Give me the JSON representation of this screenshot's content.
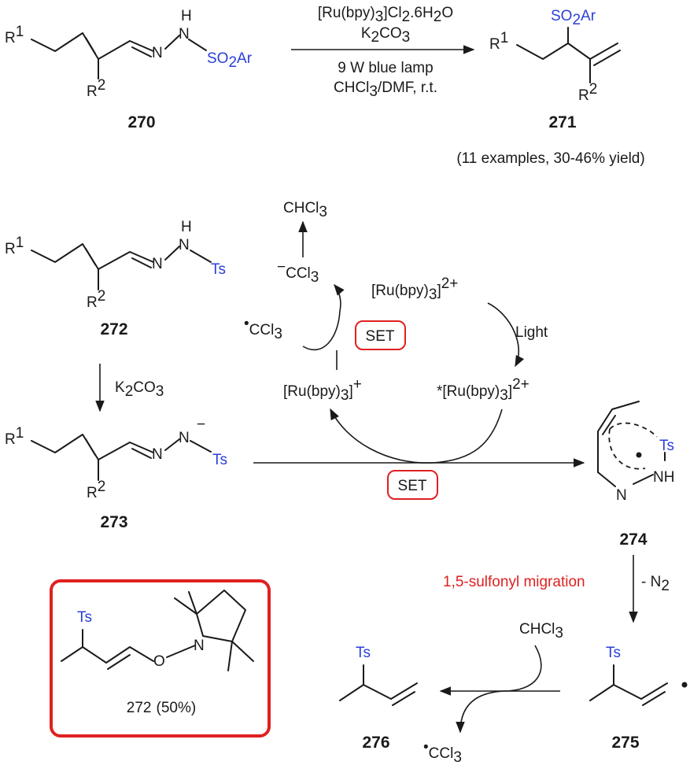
{
  "top_reaction": {
    "reagent_line1": "[Ru(bpy)",
    "reagent_line1_sub": "3",
    "reagent_line1_tail": "]Cl",
    "reagent_line1_sub2": "2",
    "reagent_line1_end": ".6H",
    "reagent_line1_sub3": "2",
    "reagent_line1_o": "O",
    "base": "K",
    "base_sub1": "2",
    "base_mid": "CO",
    "base_sub2": "3",
    "light": "9 W blue lamp",
    "solvent": "CHCl",
    "solvent_sub": "3",
    "solvent_tail": "/DMF, r.t.",
    "start_label": "270",
    "product_label": "271",
    "scope": "(11 examples, 30-46% yield)"
  },
  "atoms": {
    "R": "R",
    "one": "1",
    "two": "2",
    "N": "N",
    "H": "H",
    "NH": "NH",
    "SO": "SO",
    "Ar": "Ar",
    "Ts": "Ts",
    "O": "O",
    "minus": "−"
  },
  "cycle": {
    "chcl3": "CHCl",
    "chcl3_sub": "3",
    "anion": "CCl",
    "anion_sub": "3",
    "radical": "CCl",
    "radical_sub": "3",
    "ru_2plus": "[Ru(bpy)",
    "ru_sub": "3",
    "ru_close": "]",
    "charge_2plus": "2+",
    "charge_plus": "+",
    "light": "Light",
    "excited_prefix": "*[Ru(bpy)",
    "set": "SET"
  },
  "labels": {
    "c272": "272",
    "c273": "273",
    "c274": "274",
    "c275": "275",
    "c276": "276",
    "base_step": "K",
    "base_step_sub1": "2",
    "base_step_mid": "CO",
    "base_step_sub2": "3",
    "migration": "1,5-sulfonyl migration",
    "n2_loss": "- N",
    "n2_sub": "2",
    "chcl3_reagent": "CHCl",
    "chcl3_reagent_sub": "3",
    "byproduct": "CCl",
    "byproduct_sub": "3",
    "trap_label": "272",
    "trap_yield": "(50%)"
  },
  "colors": {
    "heteroatom_blue": "#2a3fd6",
    "highlight_red": "#e02020",
    "ink": "#1a1a1a"
  }
}
